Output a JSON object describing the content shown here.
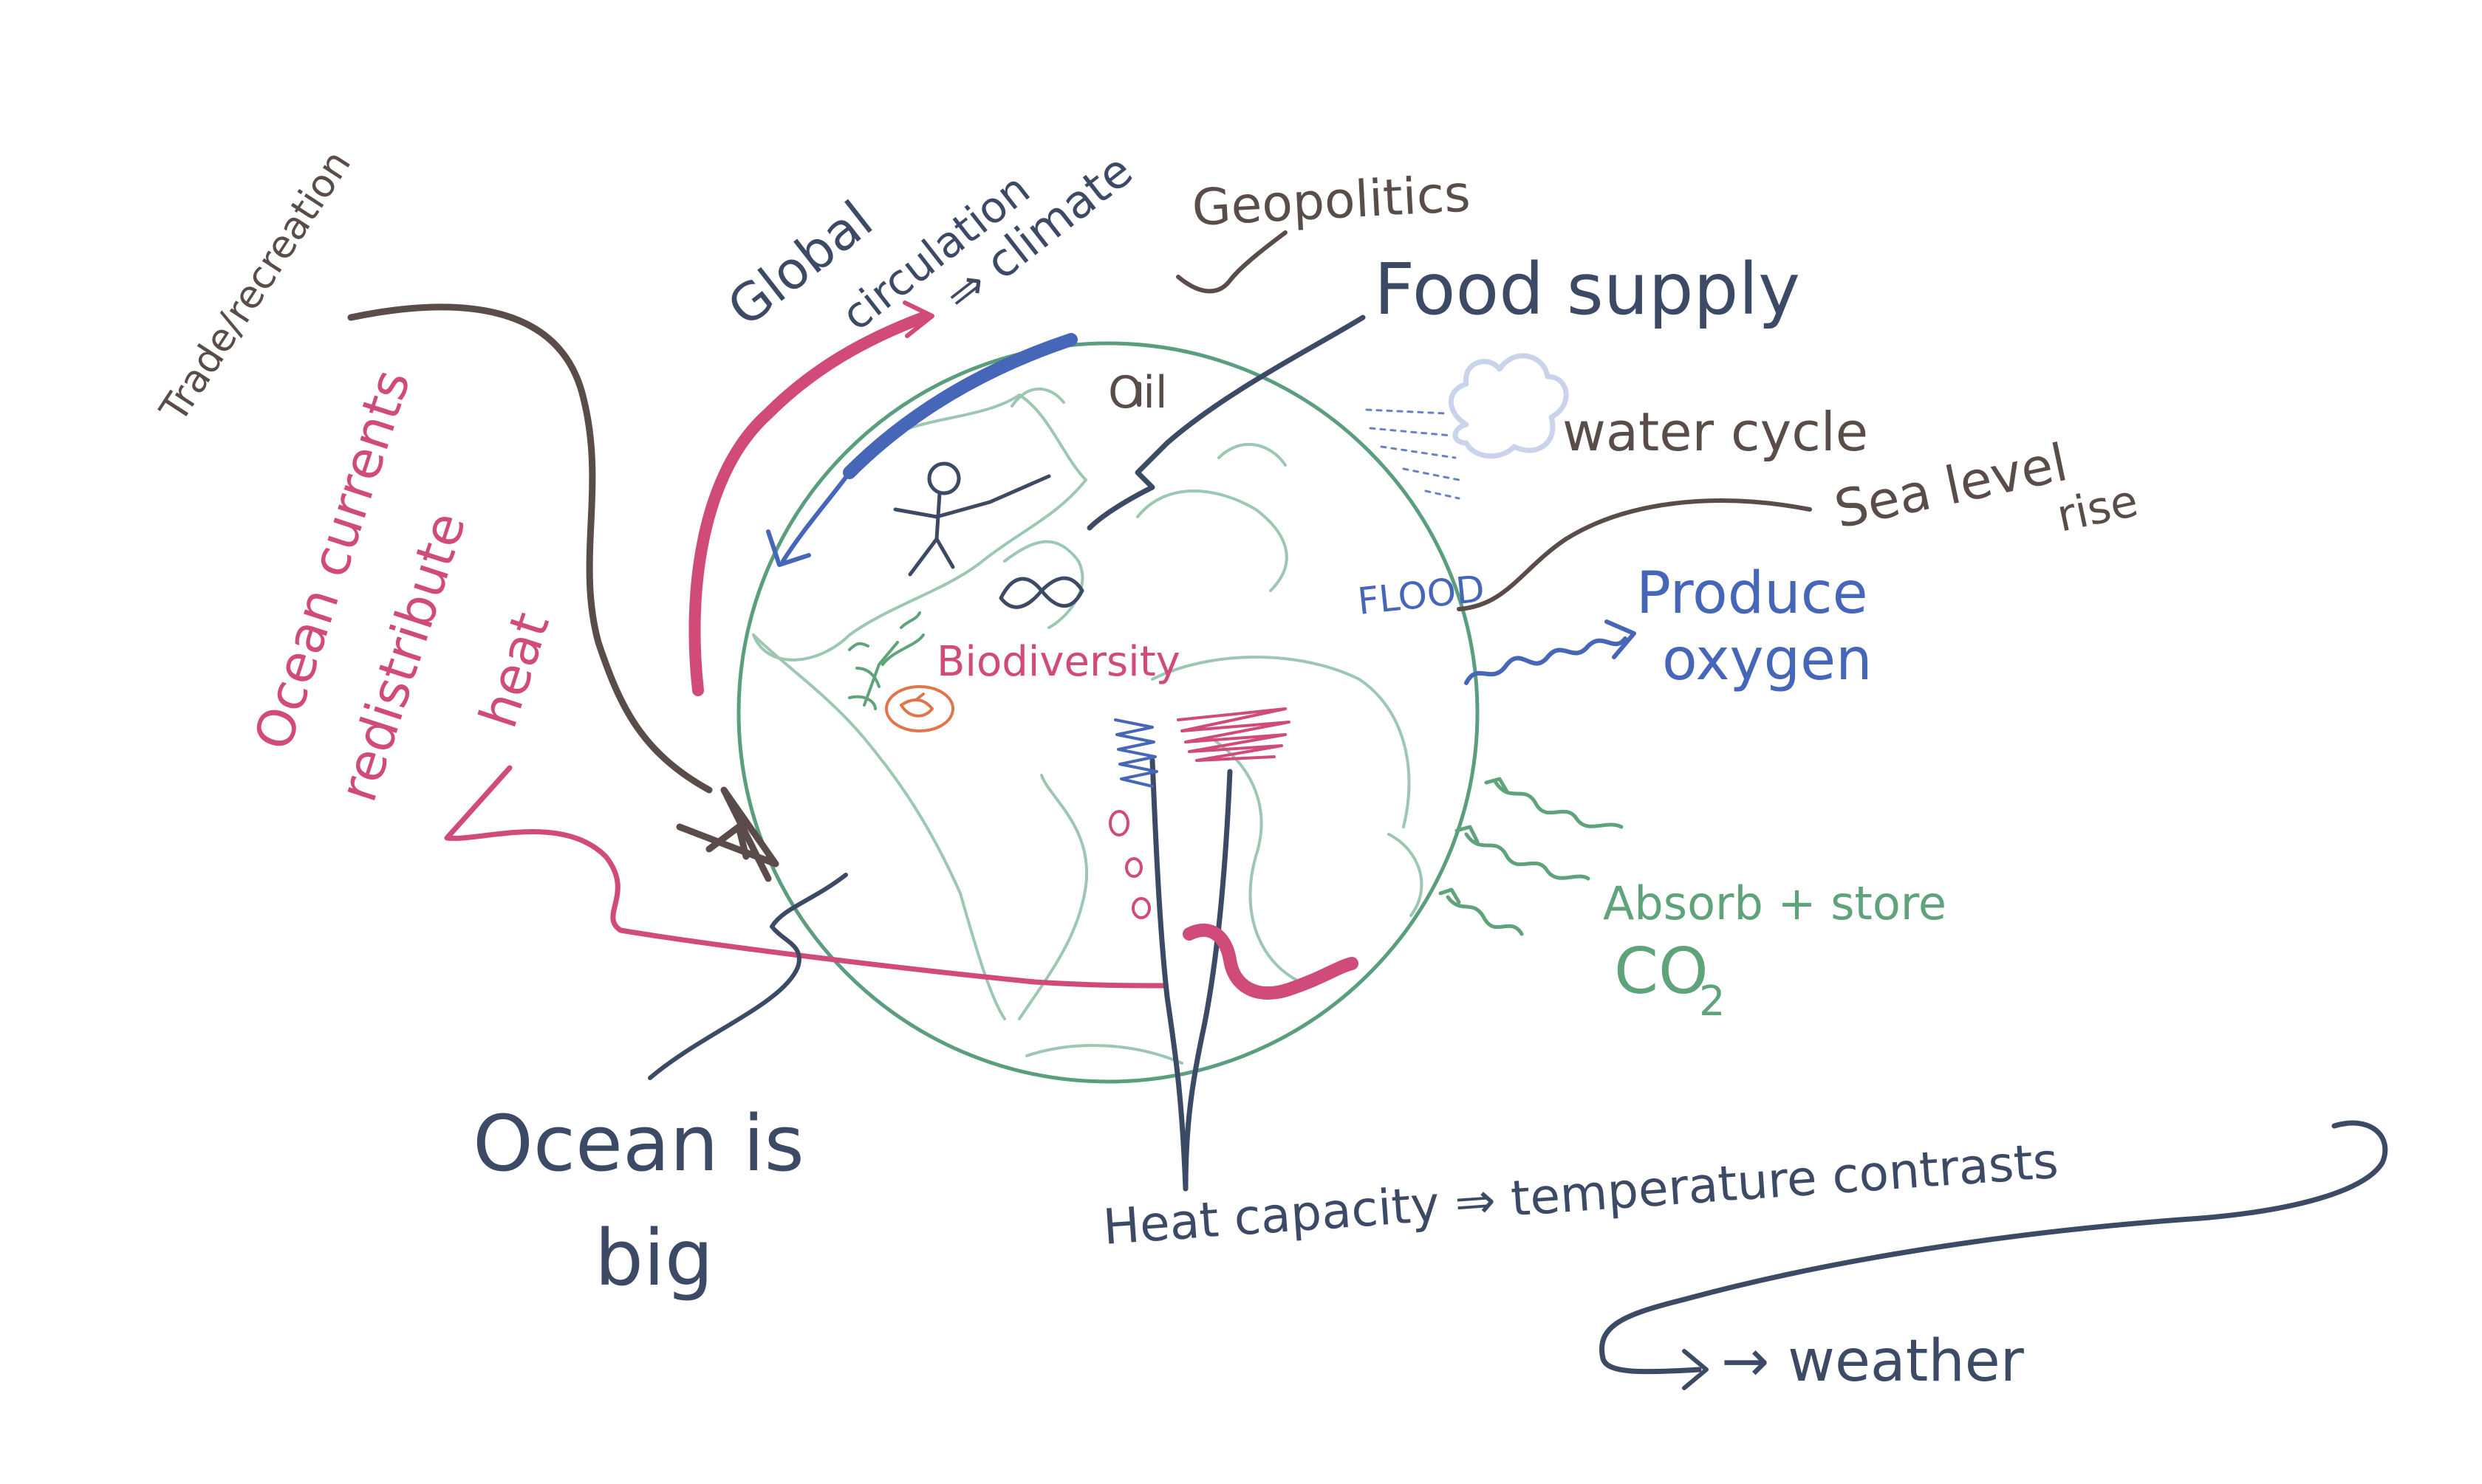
{
  "diagram": {
    "labels": {
      "trade": "Trade/recreation",
      "global_circulation_1": "Global",
      "global_circulation_2": "circulation",
      "global_circulation_3": "⇒ climate",
      "geopolitics": "Geopolitics",
      "food_supply": "Food supply",
      "oil": "Oil",
      "water_cycle": "water cycle",
      "sea_level_1": "Sea level",
      "sea_level_2": "rise",
      "flood": "FLOOD",
      "produce_oxygen_1": "Produce",
      "produce_oxygen_2": "oxygen",
      "biodiversity": "Biodiversity",
      "absorb_store": "Absorb + store",
      "co2": "CO",
      "co2_sub": "2",
      "ocean_currents_1": "Ocean currents",
      "ocean_currents_2": "redistribute",
      "ocean_currents_3": "heat",
      "ocean_is_big_1": "Ocean is",
      "ocean_is_big_2": "big",
      "heat_capacity": "Heat capacity ⇒ temperature contrasts",
      "weather": "→ weather"
    },
    "colors": {
      "ink_dark": "#3d4a66",
      "ink_brown": "#5a4d49",
      "ink_pink": "#d04a7a",
      "ink_blue": "#4666b8",
      "ink_green": "#5fa37a",
      "globe": "#5a9e7e",
      "continent": "#9cc7b0",
      "orange": "#e0744a",
      "cloud": "#c9d4ea"
    }
  }
}
